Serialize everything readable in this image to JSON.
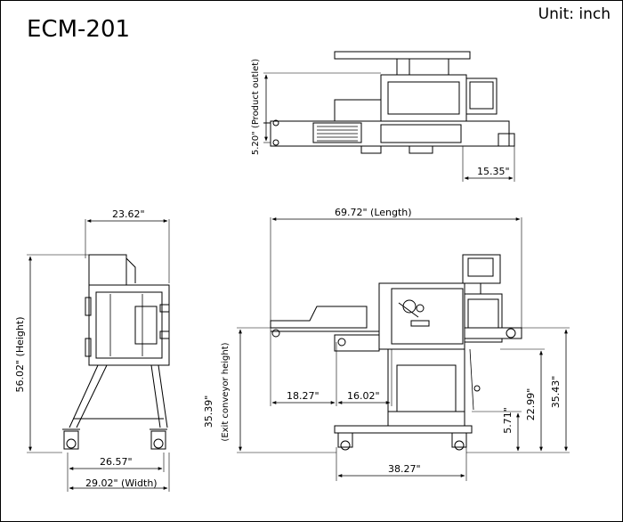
{
  "title": "ECM-201",
  "unit_label": "Unit: inch",
  "dimensions": {
    "product_outlet": "5.20\" (Product outlet)",
    "top_right": "15.35\"",
    "side_width_top": "23.62\"",
    "length": "69.72\" (Length)",
    "height": "56.02\" (Height)",
    "base_width": "26.57\"",
    "width": "29.02\" (Width)",
    "exit_conveyor": "35.39\"\n(Exit conveyor height)",
    "exit_conveyor_line1": "35.39\"",
    "exit_conveyor_line2": "(Exit conveyor height)",
    "left_span": "18.27\"",
    "mid_span": "16.02\"",
    "small_height": "5.71\"",
    "mid_height": "22.99\"",
    "right_height": "35.43\"",
    "base_length": "38.27\""
  }
}
